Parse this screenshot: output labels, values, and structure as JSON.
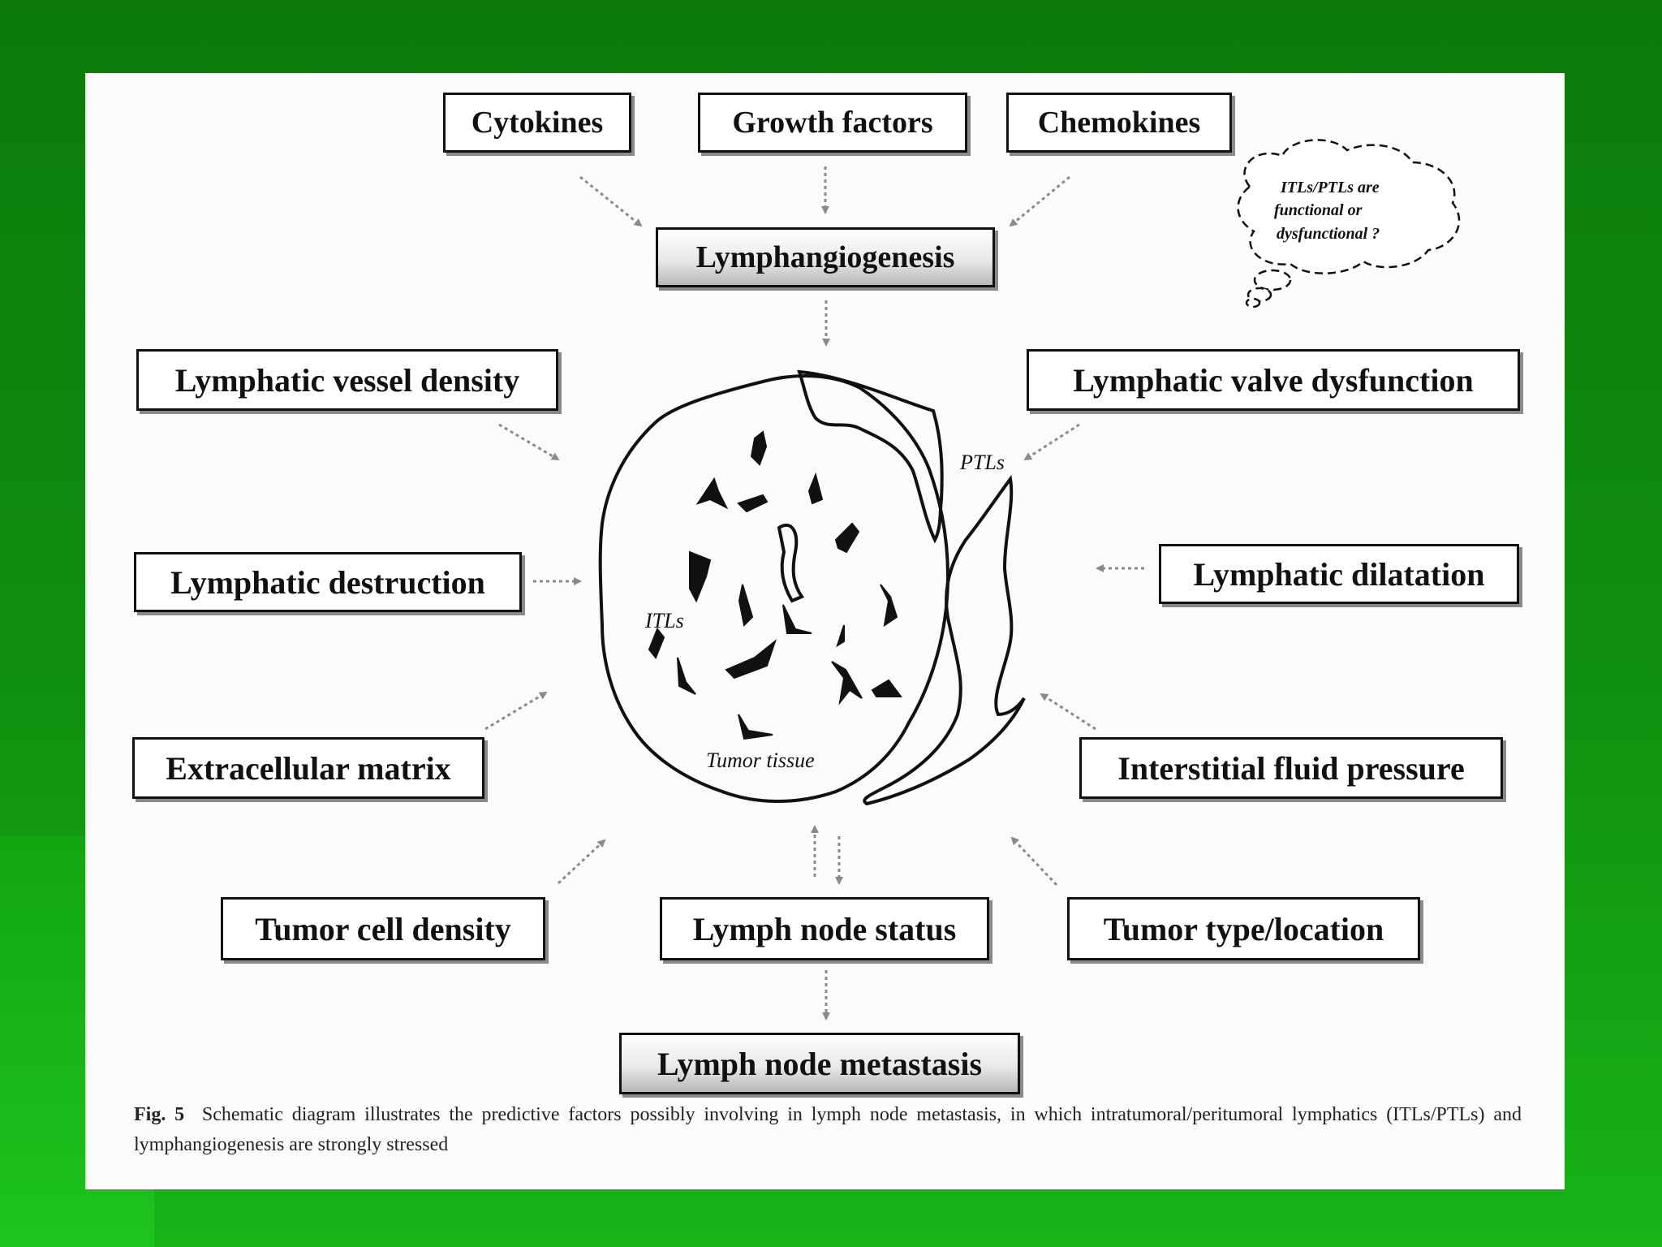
{
  "diagram": {
    "top_factors": [
      "Cytokines",
      "Growth factors",
      "Chemokines"
    ],
    "hub": "Lymphangiogenesis",
    "left_factors": [
      "Lymphatic vessel density",
      "Lymphatic destruction",
      "Extracellular matrix",
      "Tumor cell density"
    ],
    "right_factors": [
      "Lymphatic valve dysfunction",
      "Lymphatic dilatation",
      "Interstitial fluid pressure",
      "Tumor type/location"
    ],
    "bottom_factor": "Lymph node status",
    "outcome": "Lymph node metastasis",
    "center_labels": {
      "itls": "ITLs",
      "ptls": "PTLs",
      "tumor": "Tumor tissue"
    },
    "thought_bubble": [
      "ITLs/PTLs are",
      "functional or",
      "dysfunctional ?"
    ]
  },
  "caption": {
    "prefix": "Fig. 5",
    "text": "Schematic diagram illustrates the predictive factors possibly involving in lymph node metastasis, in which intratumoral/peritumoral lymphatics (ITLs/PTLs) and lymphangiogenesis are strongly stressed"
  },
  "colors": {
    "background_green": "#0b7a0b",
    "panel": "#fbfbfb",
    "arrow": "#8a8a8a"
  }
}
